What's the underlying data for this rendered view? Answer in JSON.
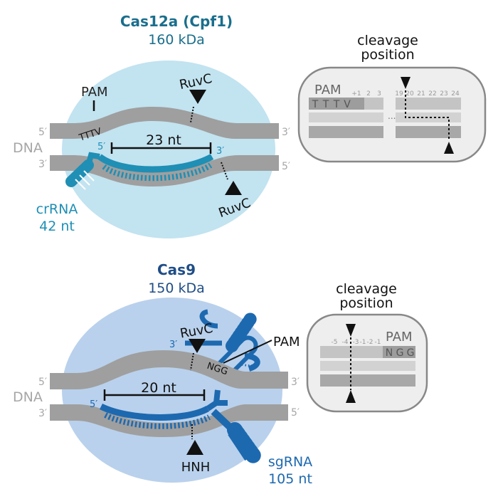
{
  "colors": {
    "cas12a_title": "#1a6e8c",
    "cas12a_body": "#c2e3f0",
    "cas12a_rna": "#1f8fb5",
    "cas9_title": "#1f4d86",
    "cas9_body": "#b9d1ec",
    "cas9_rna": "#1d69b0",
    "dna": "#9f9f9f",
    "dna_label": "#a6a6a6"
  },
  "cas12a": {
    "title": "Cas12a (Cpf1)",
    "mass": "160 kDa",
    "dna_label": "DNA",
    "strand_5": "5′",
    "strand_3": "3′",
    "pam_label": "PAM",
    "pam_seq": "TTTV",
    "ruvc_top": "RuvC",
    "ruvc_bottom": "RuvC",
    "crrna_5": "5′",
    "crrna_3": "3′",
    "length_label": "23 nt",
    "rna_name": "crRNA",
    "rna_length": "42 nt",
    "cleavage_title_1": "cleavage",
    "cleavage_title_2": "position",
    "box_pam": "PAM",
    "box_pam_letters": [
      "T",
      "T",
      "T",
      "V"
    ],
    "box_positions_left": [
      "+1",
      "2",
      "3"
    ],
    "box_positions_right": [
      "19",
      "20",
      "21",
      "22",
      "23",
      "24"
    ],
    "box_ellipsis": "..."
  },
  "cas9": {
    "title": "Cas9",
    "mass": "150 kDa",
    "dna_label": "DNA",
    "strand_5": "5′",
    "strand_3": "3′",
    "pam_label": "PAM",
    "pam_seq": "NGG",
    "ruvc": "RuvC",
    "hnh": "HNH",
    "sgrna_3": "3′",
    "sgrna_5": "5′",
    "length_label": "20 nt",
    "rna_name": "sgRNA",
    "rna_length": "105 nt",
    "cleavage_title_1": "cleavage",
    "cleavage_title_2": "position",
    "box_pam": "PAM",
    "box_pam_letters": [
      "N",
      "G",
      "G"
    ],
    "box_positions": [
      "-5",
      "-4",
      "-3",
      "-1",
      "-2",
      "-1"
    ]
  }
}
